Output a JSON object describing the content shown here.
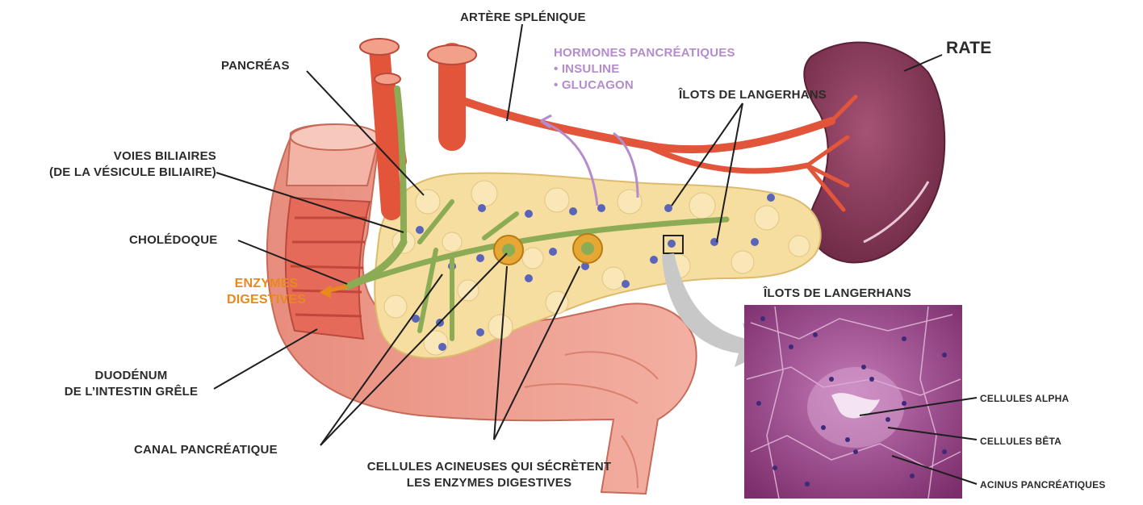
{
  "labels": {
    "artere": "ARTÈRE SPLÉNIQUE",
    "pancreas": "PANCRÉAS",
    "rate": "RATE",
    "hormones_title": "HORMONES PANCRÉATIQUES",
    "hormone_1": "• INSULINE",
    "hormone_2": "• GLUCAGON",
    "ilots": "ÎLOTS DE LANGERHANS",
    "voies_1": "VOIES BILIAIRES",
    "voies_2": "(DE LA VÉSICULE BILIAIRE)",
    "choledoque": "CHOLÉDOQUE",
    "enzymes_1": "ENZYMES",
    "enzymes_2": "DIGESTIVES",
    "duodenum_1": "DUODÉNUM",
    "duodenum_2": "DE L’INTESTIN GRÊLE",
    "canal": "CANAL PANCRÉATIQUE",
    "acineuses_1": "CELLULES ACINEUSES QUI SÉCRÈTENT",
    "acineuses_2": "LES ENZYMES DIGESTIVES",
    "ilots_inset": "ÎLOTS DE LANGERHANS",
    "alpha": "CELLULES ALPHA",
    "beta": "CELLULES BÊTA",
    "acinus": "ACINUS PANCRÉATIQUES"
  },
  "colors": {
    "artery": "#e2553a",
    "pancreas": "#f6dea0",
    "spleen": "#8e3a5a",
    "duodenum": "#ec9a8a",
    "bile": "#8bab55",
    "islet": "#5a64b8",
    "hormone": "#b48ccc",
    "enzyme": "#e8891e",
    "histology": "#9a3f86"
  }
}
